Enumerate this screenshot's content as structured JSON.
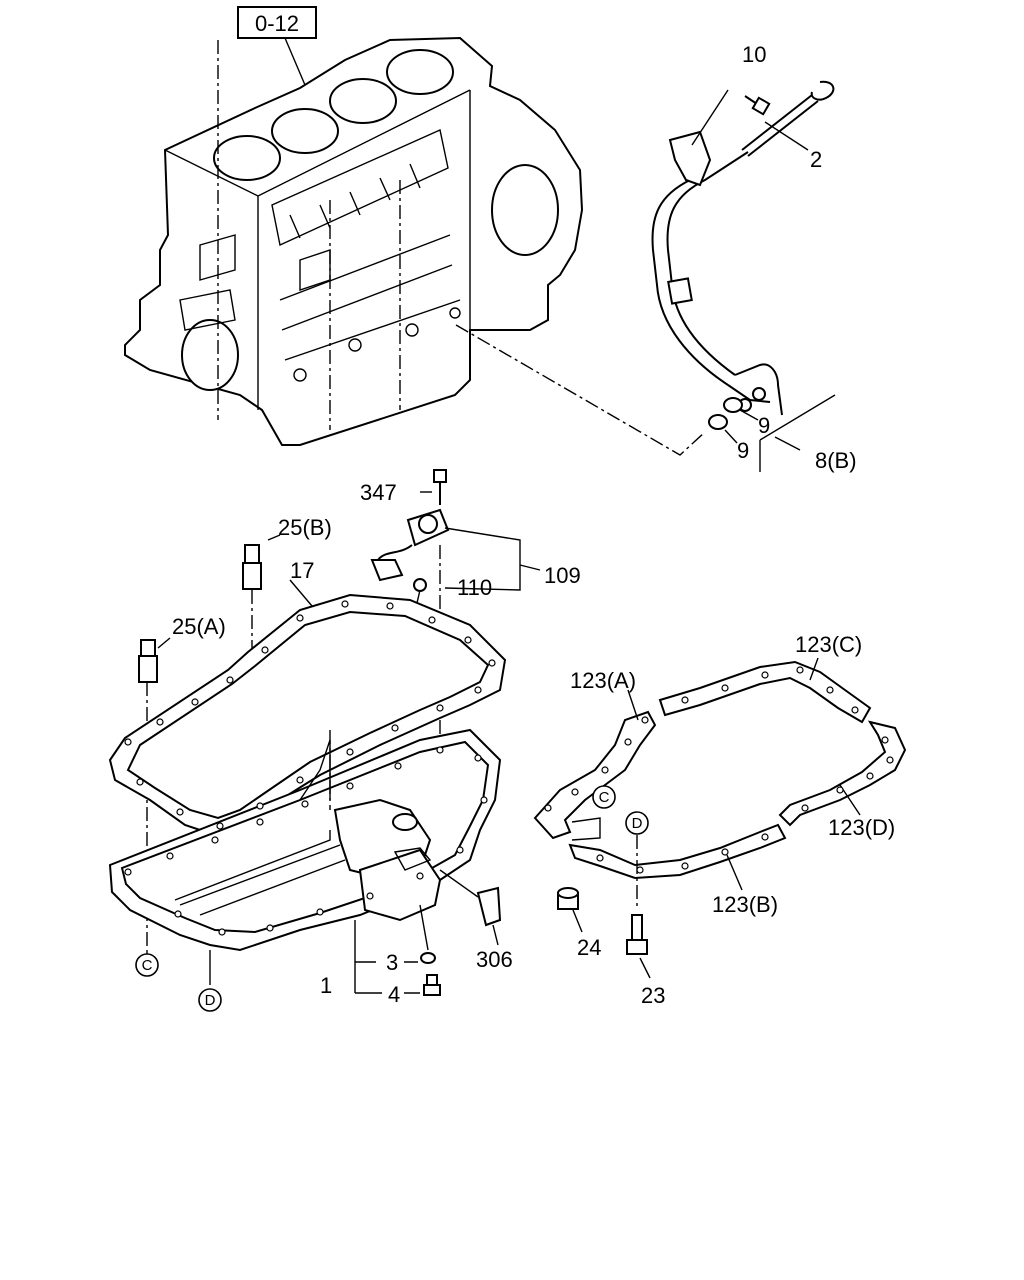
{
  "diagram": {
    "reference_box": "0-12",
    "circle_markers": {
      "c": "C",
      "d": "D"
    },
    "callouts": {
      "p1": "1",
      "p2": "2",
      "p3": "3",
      "p4": "4",
      "p8b": "8(B)",
      "p9a": "9",
      "p9b": "9",
      "p10": "10",
      "p17": "17",
      "p23": "23",
      "p24": "24",
      "p25a": "25(A)",
      "p25b": "25(B)",
      "p109": "109",
      "p110": "110",
      "p123a": "123(A)",
      "p123b": "123(B)",
      "p123c": "123(C)",
      "p123d": "123(D)",
      "p306": "306",
      "p347": "347"
    }
  }
}
